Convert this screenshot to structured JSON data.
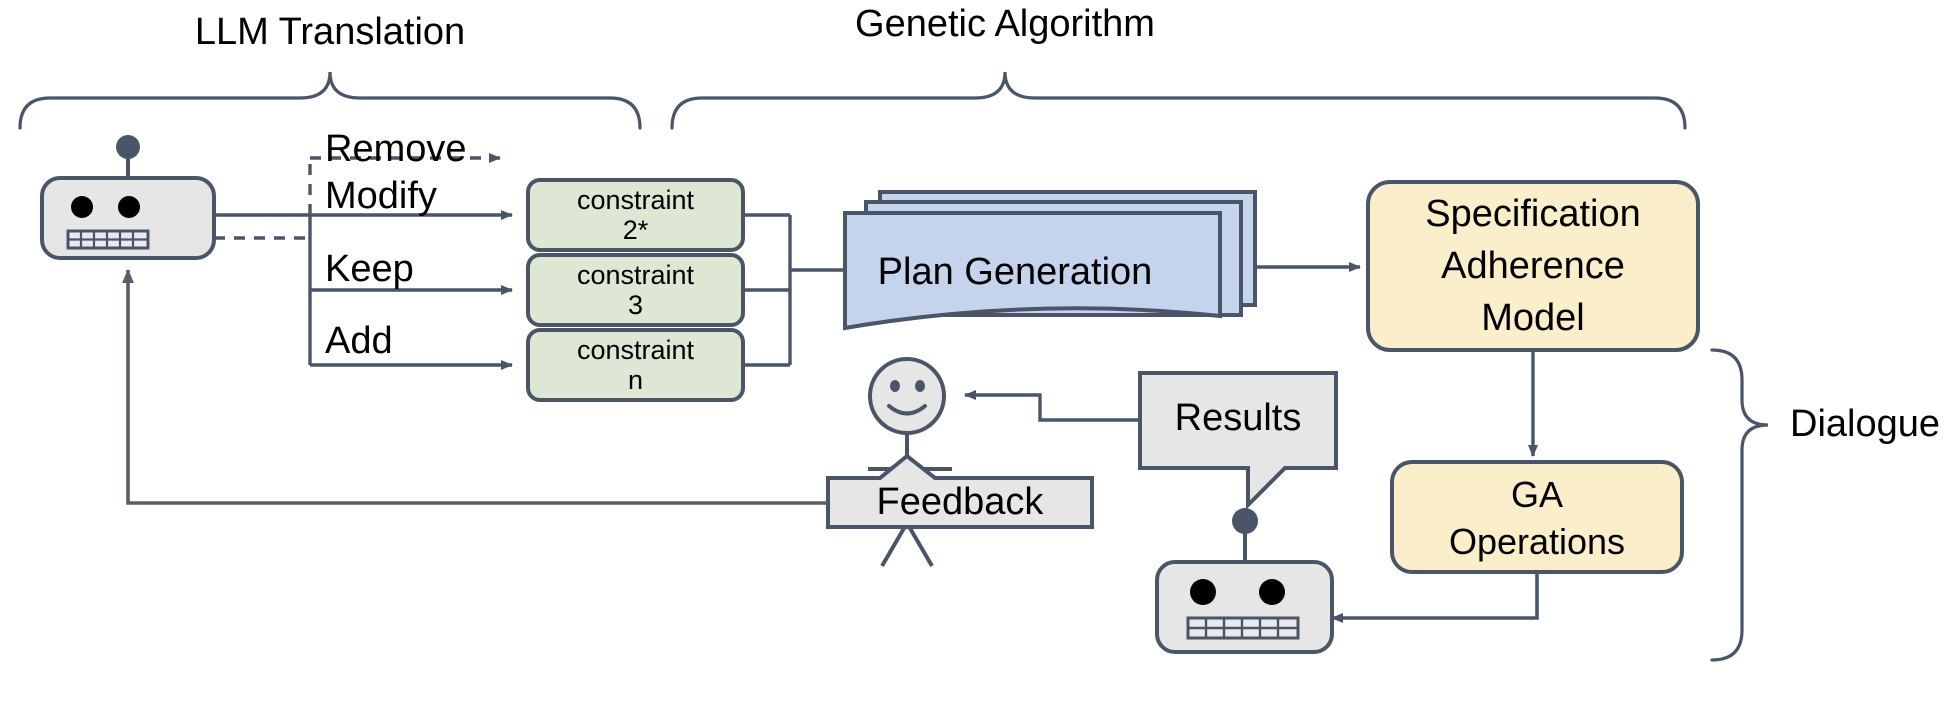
{
  "diagram": {
    "title_brackets": [
      {
        "name": "llm-translation",
        "label": "LLM Translation"
      },
      {
        "name": "genetic-algorithm",
        "label": "Genetic Algorithm"
      },
      {
        "name": "dialogue",
        "label": "Dialogue"
      }
    ],
    "edge_labels": [
      {
        "name": "remove",
        "label": "Remove",
        "style": "dashed"
      },
      {
        "name": "modify",
        "label": "Modify",
        "style": "solid"
      },
      {
        "name": "keep",
        "label": "Keep",
        "style": "solid"
      },
      {
        "name": "add",
        "label": "Add",
        "style": "solid"
      }
    ],
    "constraints": [
      {
        "name": "constraint-2",
        "line1": "constraint",
        "line2": "2*"
      },
      {
        "name": "constraint-3",
        "line1": "constraint",
        "line2": "3"
      },
      {
        "name": "constraint-n",
        "line1": "constraint",
        "line2": "n"
      }
    ],
    "nodes": {
      "plan_generation": {
        "label": "Plan Generation"
      },
      "specification_adherence_model": {
        "line1": "Specification",
        "line2": "Adherence",
        "line3": "Model"
      },
      "ga_operations": {
        "line1": "GA",
        "line2": "Operations"
      },
      "results": {
        "label": "Results"
      },
      "feedback": {
        "label": "Feedback"
      }
    },
    "actors": [
      {
        "name": "llm-robot-top",
        "kind": "robot"
      },
      {
        "name": "user-stick-figure",
        "kind": "person"
      },
      {
        "name": "llm-robot-bottom",
        "kind": "robot"
      }
    ],
    "colors": {
      "stroke": "#4a5568",
      "constraint_fill": "#dde7d4",
      "plan_fill": "#c6d3ec",
      "model_fill": "#fbeecb",
      "gray_fill": "#e6e6e6",
      "text": "#000000"
    }
  }
}
